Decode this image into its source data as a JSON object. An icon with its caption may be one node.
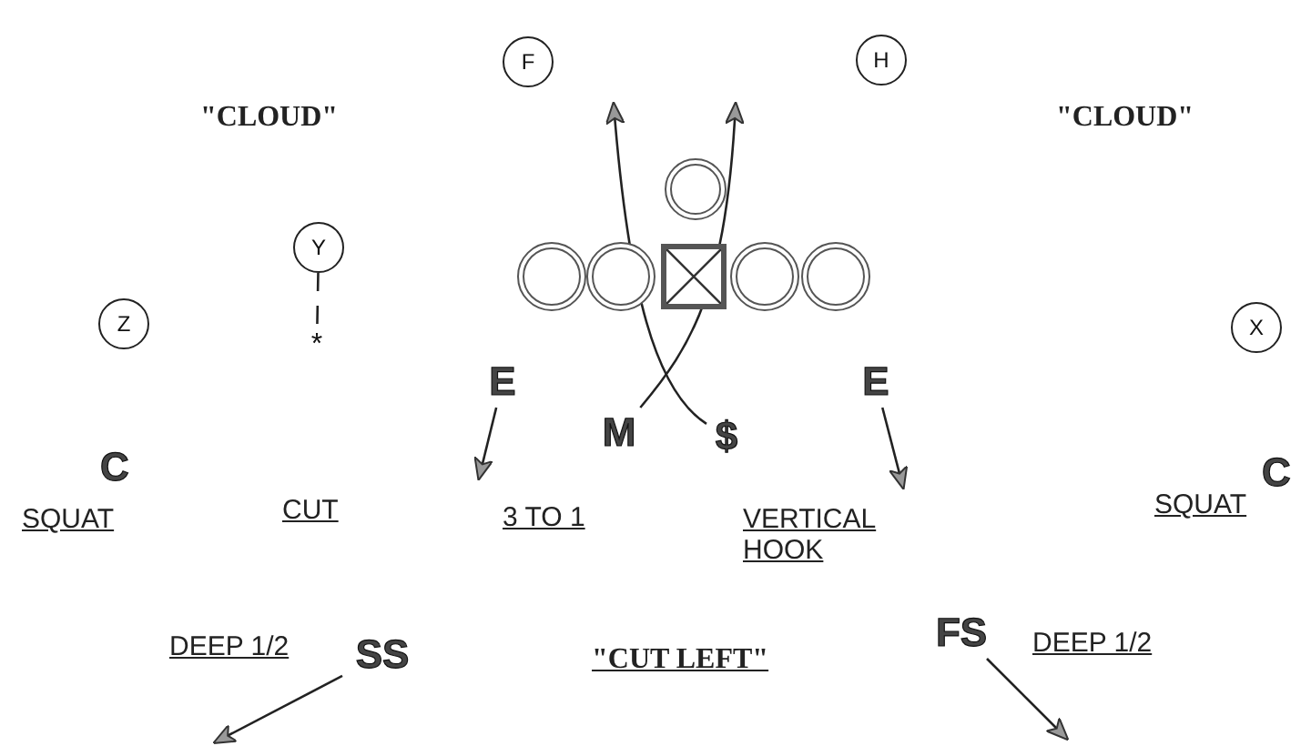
{
  "diagram": {
    "nodes": [
      {
        "text": [
          "F"
        ]
      },
      {
        "text": [
          "H"
        ]
      },
      {
        "text": [
          "Y"
        ]
      },
      {
        "text": [
          "Z"
        ]
      },
      {
        "text": [],
        "shape": "circle"
      },
      {
        "text": [],
        "shape": "circle"
      },
      {
        "text": [],
        "shape": "circle"
      },
      {
        "text": [],
        "shape": "box"
      },
      {
        "text": [],
        "shape": "circle"
      },
      {
        "text": [],
        "shape": "circle"
      },
      {
        "text": [
          "X"
        ]
      },
      {
        "text": [
          "E"
        ]
      },
      {
        "text": [
          "M"
        ]
      },
      {
        "text": [
          "$"
        ]
      },
      {
        "text": [
          "E"
        ]
      },
      {
        "text": [
          "*"
        ]
      },
      {
        "text": [
          "C"
        ]
      },
      {
        "text": [
          "C"
        ]
      },
      {
        "text": [
          "SS"
        ]
      },
      {
        "text": [
          "FS"
        ]
      }
    ],
    "edges": [
      {
        "from": 2,
        "to": 15,
        "arrow": "none",
        "style": "dashed"
      },
      {
        "from": 11,
        "to": null,
        "arrow": "to"
      },
      {
        "from": 12,
        "to": null,
        "arrow": "to"
      },
      {
        "from": 13,
        "to": null,
        "arrow": "to"
      },
      {
        "from": 14,
        "to": null,
        "arrow": "to"
      },
      {
        "from": 18,
        "to": null,
        "arrow": "to"
      },
      {
        "from": 19,
        "to": null,
        "arrow": "to"
      }
    ],
    "labels": [
      "\"CLOUD\"",
      "\"CLOUD\"",
      "SQUAT",
      "CUT",
      "3 TO 1",
      "VERTICAL HOOK",
      "SQUAT",
      "DEEP 1/2",
      "\"CUT LEFT\"",
      "DEEP 1/2"
    ]
  }
}
